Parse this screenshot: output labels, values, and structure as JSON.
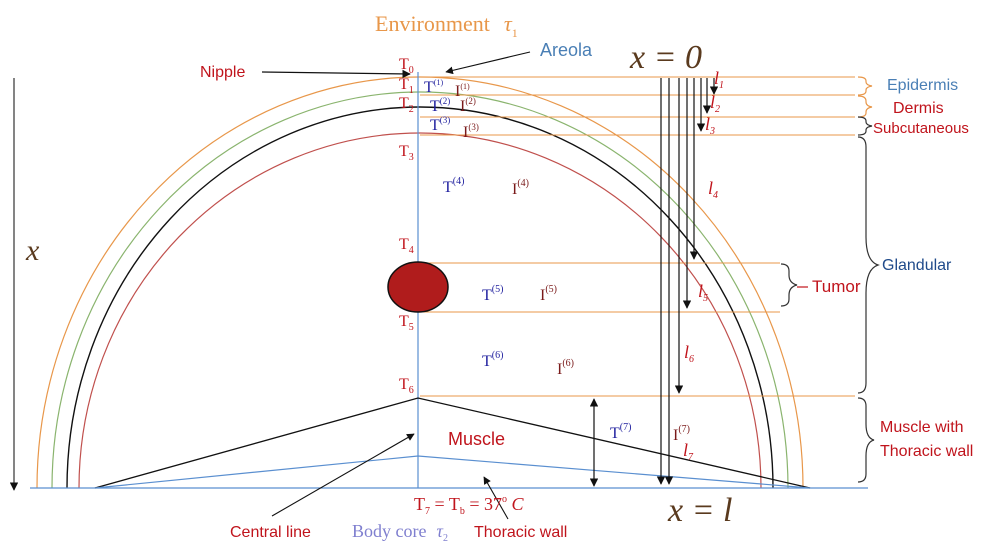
{
  "colors": {
    "red_label": "#c0141c",
    "blue_label": "#1f1f9e",
    "maroon_label": "#7a1a1a",
    "steel_blue": "#4a7fb5",
    "orange": "#e8974a",
    "green": "#8ab46e",
    "black": "#111111",
    "pinkred": "#c0504d",
    "tumor_fill": "#b01c1c",
    "body_core": "#7f7fcf",
    "central_line": "#5a8fd0",
    "muscle_lower": "#5a8fd0"
  },
  "labels": {
    "environment": "Environment",
    "tau1": "τ",
    "tau1_sub": "1",
    "areola": "Areola",
    "nipple": "Nipple",
    "x_eq_0": "x = 0",
    "x_eq_l": "x = l",
    "x_axis": "x",
    "body_core": "Body core",
    "tau2": "τ",
    "tau2_sub": "2",
    "central_line": "Central line",
    "thoracic_wall": "Thoracic wall",
    "muscle": "Muscle",
    "bottom_eq_main": "T",
    "bottom_eq_sub7": "7",
    "bottom_eq_mid": " = T",
    "bottom_eq_subb": "b",
    "bottom_eq_val": " = 37",
    "bottom_eq_deg": "o",
    "bottom_eq_unit": " C"
  },
  "layers": [
    {
      "name": "Epidermis"
    },
    {
      "name": "Dermis"
    },
    {
      "name": "Subcutaneous"
    },
    {
      "name": "Glandular"
    },
    {
      "name": "Tumor"
    },
    {
      "name": "Muscle with"
    },
    {
      "name": "Thoracic wall"
    }
  ],
  "boundary_temps": [
    {
      "base": "T",
      "sub": "0"
    },
    {
      "base": "T",
      "sub": "1"
    },
    {
      "base": "T",
      "sub": "2"
    },
    {
      "base": "T",
      "sub": "3"
    },
    {
      "base": "T",
      "sub": "4"
    },
    {
      "base": "T",
      "sub": "5"
    },
    {
      "base": "T",
      "sub": "6"
    }
  ],
  "region_temps": [
    {
      "base": "T",
      "sup": "(1)"
    },
    {
      "base": "T",
      "sup": "(2)"
    },
    {
      "base": "T",
      "sup": "(3)"
    },
    {
      "base": "T",
      "sup": "(4)"
    },
    {
      "base": "T",
      "sup": "(5)"
    },
    {
      "base": "T",
      "sup": "(6)"
    },
    {
      "base": "T",
      "sup": "(7)"
    }
  ],
  "region_intensity": [
    {
      "base": "I",
      "sup": "(1)"
    },
    {
      "base": "I",
      "sup": "(2)"
    },
    {
      "base": "I",
      "sup": "(3)"
    },
    {
      "base": "I",
      "sup": "(4)"
    },
    {
      "base": "I",
      "sup": "(5)"
    },
    {
      "base": "I",
      "sup": "(6)"
    },
    {
      "base": "I",
      "sup": "(7)"
    }
  ],
  "lengths": [
    {
      "base": "l",
      "sub": "1"
    },
    {
      "base": "l",
      "sub": "2"
    },
    {
      "base": "l",
      "sub": "3"
    },
    {
      "base": "l",
      "sub": "4"
    },
    {
      "base": "l",
      "sub": "5"
    },
    {
      "base": "l",
      "sub": "6"
    },
    {
      "base": "l",
      "sub": "7"
    }
  ]
}
